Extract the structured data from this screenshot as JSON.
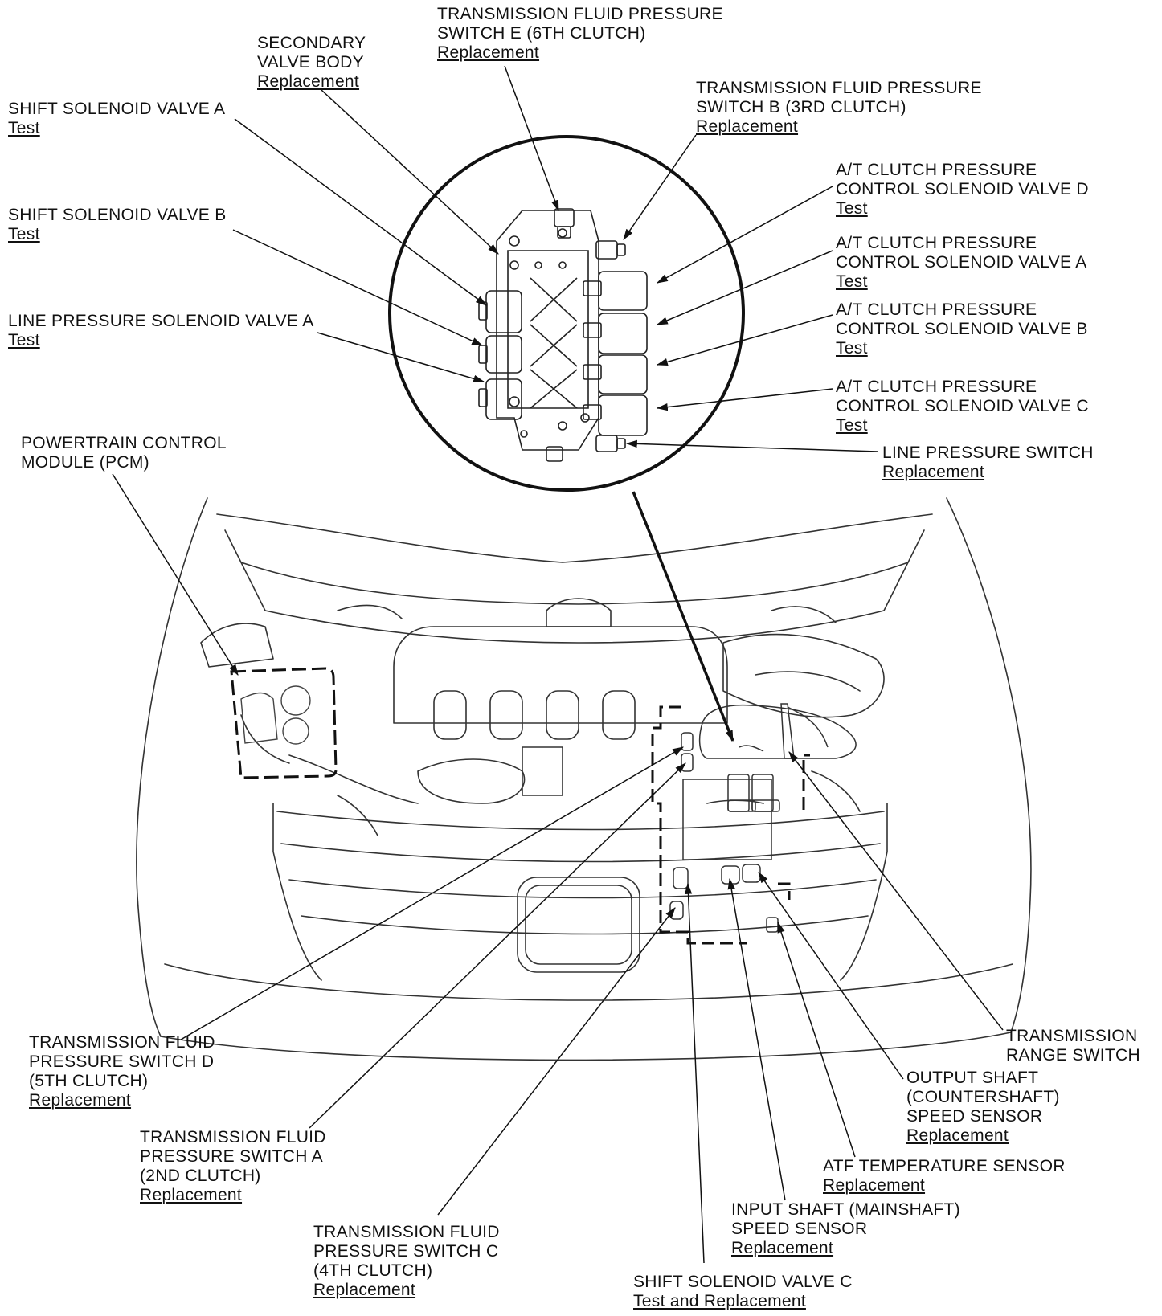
{
  "labels": {
    "tfps_e": {
      "lines": [
        "TRANSMISSION FLUID PRESSURE",
        "SWITCH E (6TH CLUTCH)"
      ],
      "link": "Replacement"
    },
    "secondary_valve_body": {
      "lines": [
        "SECONDARY",
        "VALVE BODY"
      ],
      "link": "Replacement"
    },
    "tfps_b": {
      "lines": [
        "TRANSMISSION FLUID PRESSURE",
        "SWITCH B (3RD CLUTCH)"
      ],
      "link": "Replacement"
    },
    "ssv_a": {
      "lines": [
        "SHIFT SOLENOID VALVE A"
      ],
      "link": "Test"
    },
    "atcpcsv_d": {
      "lines": [
        "A/T CLUTCH PRESSURE",
        "CONTROL SOLENOID VALVE D"
      ],
      "link": "Test"
    },
    "ssv_b": {
      "lines": [
        "SHIFT SOLENOID VALVE B"
      ],
      "link": "Test"
    },
    "atcpcsv_a": {
      "lines": [
        "A/T CLUTCH PRESSURE",
        "CONTROL SOLENOID VALVE A"
      ],
      "link": "Test"
    },
    "lpsv_a": {
      "lines": [
        "LINE PRESSURE SOLENOID VALVE A"
      ],
      "link": "Test"
    },
    "atcpcsv_b": {
      "lines": [
        "A/T CLUTCH PRESSURE",
        "CONTROL SOLENOID VALVE B"
      ],
      "link": "Test"
    },
    "atcpcsv_c": {
      "lines": [
        "A/T CLUTCH PRESSURE",
        "CONTROL SOLENOID VALVE C"
      ],
      "link": "Test"
    },
    "pcm": {
      "lines": [
        "POWERTRAIN CONTROL",
        "MODULE (PCM)"
      ],
      "link": ""
    },
    "line_pressure_switch": {
      "lines": [
        "LINE PRESSURE SWITCH"
      ],
      "link": "Replacement"
    },
    "tfps_d": {
      "lines": [
        "TRANSMISSION FLUID",
        "PRESSURE SWITCH D",
        "(5TH CLUTCH)"
      ],
      "link": "Replacement"
    },
    "transmission_range_switch": {
      "lines": [
        "TRANSMISSION",
        "RANGE SWITCH"
      ],
      "link": ""
    },
    "output_shaft_sensor": {
      "lines": [
        "OUTPUT SHAFT",
        "(COUNTERSHAFT)",
        "SPEED SENSOR"
      ],
      "link": "Replacement"
    },
    "tfps_a": {
      "lines": [
        "TRANSMISSION FLUID",
        "PRESSURE SWITCH A",
        "(2ND CLUTCH)"
      ],
      "link": "Replacement"
    },
    "atf_temp_sensor": {
      "lines": [
        "ATF TEMPERATURE SENSOR"
      ],
      "link": "Replacement"
    },
    "input_shaft_sensor": {
      "lines": [
        "INPUT SHAFT (MAINSHAFT)",
        "SPEED SENSOR"
      ],
      "link": "Replacement"
    },
    "tfps_c": {
      "lines": [
        "TRANSMISSION FLUID",
        "PRESSURE SWITCH C",
        "(4TH CLUTCH)"
      ],
      "link": "Replacement"
    },
    "ssv_c": {
      "lines": [
        "SHIFT SOLENOID VALVE C"
      ],
      "link": "Test and Replacement"
    }
  }
}
